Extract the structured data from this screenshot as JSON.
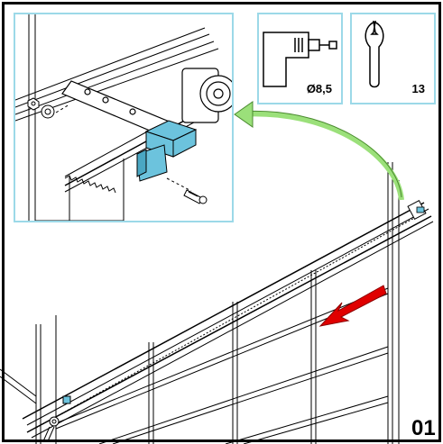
{
  "tools": {
    "drill": {
      "icon": "drill-icon",
      "label": "Ø8,5"
    },
    "wrench": {
      "icon": "wrench-icon",
      "label": "13"
    }
  },
  "step": {
    "number": "01"
  },
  "colors": {
    "inset_border": "#9cd9e8",
    "bracket": "#6cc3dd",
    "arrow_green": "#9be07a",
    "arrow_red": "#e00000"
  }
}
